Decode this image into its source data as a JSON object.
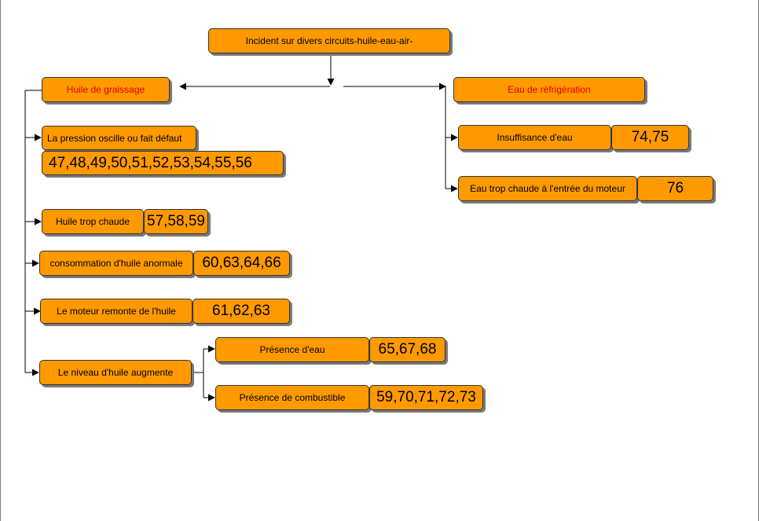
{
  "root": "Incident sur divers circuits-huile-eau-air-",
  "oil": {
    "title": "Huile de graissage",
    "items": [
      {
        "label": "La pression oscille ou fait défaut",
        "refs": "47,48,49,50,51,52,53,54,55,56"
      },
      {
        "label": "Huile trop chaude",
        "refs": "57,58,59"
      },
      {
        "label": "consommation d'huile anormale",
        "refs": "60,63,64,66"
      },
      {
        "label": "Le moteur remonte de l'huile",
        "refs": "61,62,63"
      },
      {
        "label": "Le niveau d'huile augmente"
      }
    ],
    "level_children": [
      {
        "label": "Présence d'eau",
        "refs": "65,67,68"
      },
      {
        "label": "Présence de combustible",
        "refs": "59,70,71,72,73"
      }
    ]
  },
  "water": {
    "title": "Eau de réfrigération",
    "items": [
      {
        "label": "Insuffisance d'eau",
        "refs": "74,75"
      },
      {
        "label": "Eau trop chaude à l'entrée du moteur",
        "refs": "76"
      }
    ]
  },
  "colors": {
    "box_fill": "#ff9900",
    "box_border": "#333333",
    "shadow": "#7a7a7a",
    "title_text": "#e00000",
    "connector": "#000000"
  }
}
